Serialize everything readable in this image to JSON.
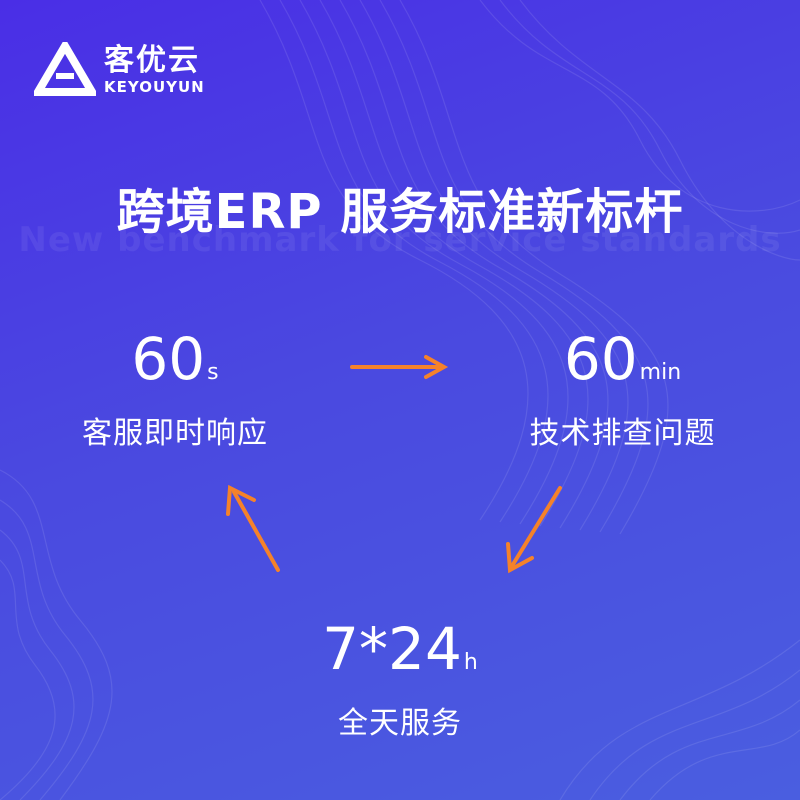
{
  "brand": {
    "name_cn": "客优云",
    "name_en": "KEYOUYUN",
    "logo_icon": "triangle-logo-icon"
  },
  "headline": {
    "title": "跨境ERP 服务标准新标杆",
    "subtitle_watermark": "New benchmark for service standards"
  },
  "stats": [
    {
      "value": "60",
      "unit": "s",
      "label": "客服即时响应"
    },
    {
      "value": "60",
      "unit": "min",
      "label": "技术排查问题"
    },
    {
      "value": "7*24",
      "unit": "h",
      "label": "全天服务"
    }
  ],
  "colors": {
    "background_top": "#4a2ee6",
    "background_bottom": "#4a5ee0",
    "arrow": "#f5822a",
    "text": "#ffffff"
  }
}
